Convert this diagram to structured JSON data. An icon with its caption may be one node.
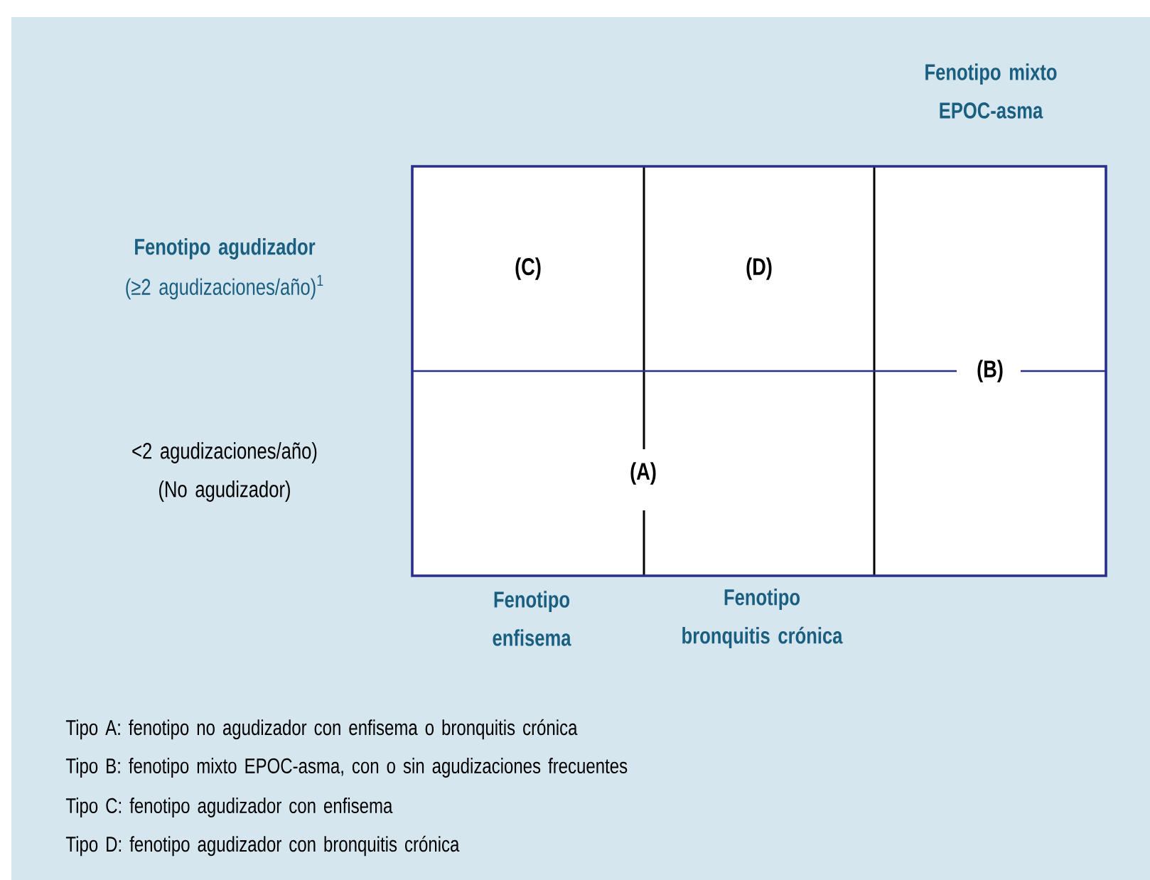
{
  "diagram": {
    "nodes": [
      {
        "text": [
          "(C)"
        ]
      },
      {
        "text": [
          "(D)"
        ]
      },
      {
        "text": [
          "(B)"
        ]
      },
      {
        "text": [
          "(A)"
        ]
      }
    ],
    "labels": [
      "Fenotipo mixto EPOC-asma",
      "Fenotipo agudizador",
      "(≥2 agudizaciones/año)$^{1}$",
      "<2 agudizaciones/año) (No agudizador)",
      "Fenotipo enfisema",
      "Fenotipo bronquitis crónica",
      "Tipo A: fenotipo no agudizador con enfisema o bronquitis crónica",
      "Tipo B: fenotipo mixto EPOC-asma, con o sin agudizaciones frecuentes",
      "Tipo C: fenotipo agudizador con enfisema",
      "Tipo D: fenotipo agudizador con bronquitis crónica"
    ]
  }
}
